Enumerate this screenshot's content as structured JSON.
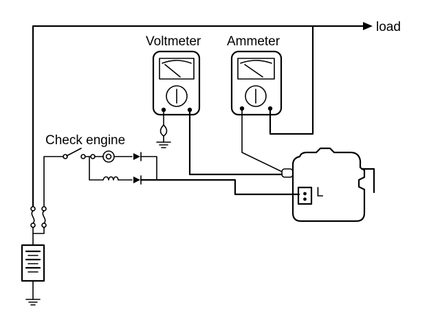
{
  "labels": {
    "load": "load",
    "voltmeter": "Voltmeter",
    "ammeter": "Ammeter",
    "check_engine": "Check engine",
    "terminal_l": "L"
  },
  "colors": {
    "ink": "#000000",
    "paper": "#ffffff"
  },
  "icons": [
    "arrow-icon",
    "ground-icon",
    "battery-icon",
    "fuse-icon",
    "lamp-icon",
    "diode-icon",
    "coil-icon",
    "meter-icon",
    "alternator-icon"
  ]
}
